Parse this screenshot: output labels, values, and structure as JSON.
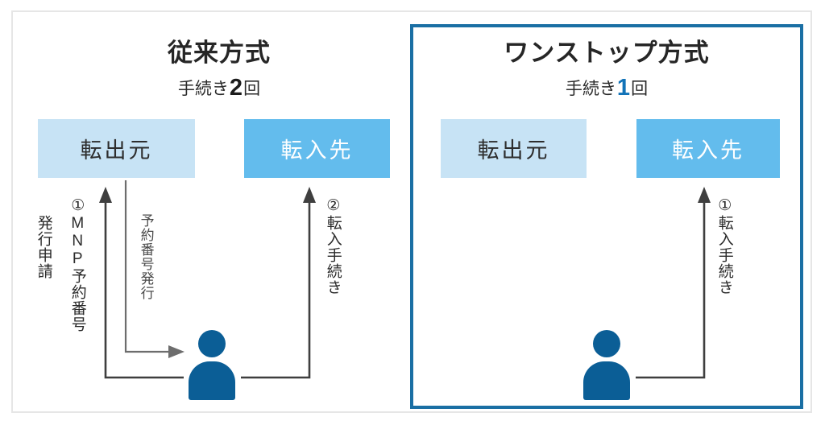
{
  "figure": {
    "background_color": "#ffffff",
    "frame_border_color": "#e6e6e6",
    "highlight_border_color": "#1a6fa4"
  },
  "colors": {
    "source_box_fill": "#c7e3f5",
    "source_box_text": "#2d2d2d",
    "dest_box_fill": "#63bced",
    "dest_box_text": "#ffffff",
    "person_fill": "#0b5e96",
    "accent_blue": "#1273b8",
    "arrow_dark": "#3f3f3f",
    "arrow_light": "#6d6d6d"
  },
  "panels": [
    {
      "id": "conventional",
      "title": "従来方式",
      "subtitle_prefix": "手続き",
      "subtitle_count": "2",
      "subtitle_suffix": "回",
      "count_color": "dark",
      "highlighted": false,
      "boxes": [
        {
          "id": "source",
          "label": "転出元",
          "style": "source"
        },
        {
          "id": "dest",
          "label": "転入先",
          "style": "dest"
        }
      ],
      "person_label": "user-person-icon",
      "steps": [
        {
          "marker": "①",
          "text": "MNP予約番号",
          "sub_text": "発行申請",
          "direction": "user-to-source"
        },
        {
          "marker": "",
          "text": "予約番号発行",
          "sub_text": "",
          "direction": "source-to-user"
        },
        {
          "marker": "②",
          "text": "転入手続き",
          "sub_text": "",
          "direction": "user-to-dest"
        }
      ]
    },
    {
      "id": "onestop",
      "title": "ワンストップ方式",
      "subtitle_prefix": "手続き",
      "subtitle_count": "1",
      "subtitle_suffix": "回",
      "count_color": "blue",
      "highlighted": true,
      "boxes": [
        {
          "id": "source",
          "label": "転出元",
          "style": "source"
        },
        {
          "id": "dest",
          "label": "転入先",
          "style": "dest"
        }
      ],
      "person_label": "user-person-icon",
      "steps": [
        {
          "marker": "①",
          "text": "転入手続き",
          "sub_text": "",
          "direction": "user-to-dest"
        }
      ]
    }
  ]
}
